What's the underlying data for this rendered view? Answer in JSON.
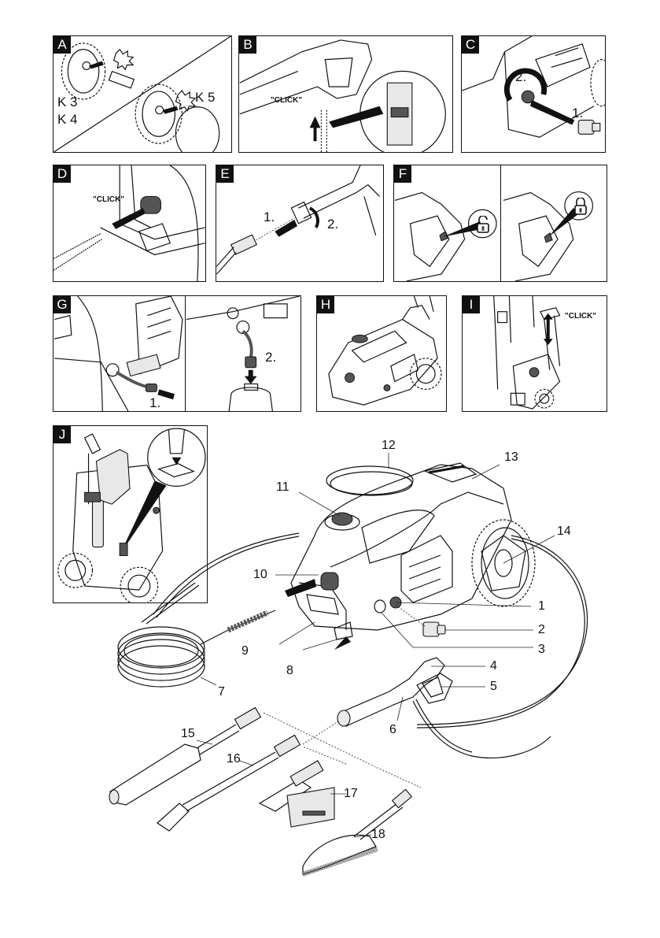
{
  "document": {
    "type": "operating-instructions-illustration-page",
    "subject": "high pressure cleaner"
  },
  "panels": [
    {
      "id": "A",
      "label": "A",
      "texts": [
        "K 3",
        "K 4",
        "K 5"
      ]
    },
    {
      "id": "B",
      "label": "B",
      "texts": [
        "\"CLICK\""
      ]
    },
    {
      "id": "C",
      "label": "C",
      "texts": [
        "2.",
        "1."
      ]
    },
    {
      "id": "D",
      "label": "D",
      "texts": [
        "\"CLICK\""
      ]
    },
    {
      "id": "E",
      "label": "E",
      "texts": [
        "1.",
        "2."
      ]
    },
    {
      "id": "F",
      "label": "F",
      "texts": [],
      "icons": [
        "unlock-icon",
        "lock-icon"
      ]
    },
    {
      "id": "G",
      "label": "G",
      "texts": [
        "1.",
        "2."
      ]
    },
    {
      "id": "H",
      "label": "H",
      "texts": []
    },
    {
      "id": "I",
      "label": "I",
      "texts": [
        "\"CLICK\""
      ]
    },
    {
      "id": "J",
      "label": "J",
      "texts": []
    }
  ],
  "overview": {
    "callouts": [
      "1",
      "2",
      "3",
      "4",
      "5",
      "6",
      "7",
      "8",
      "9",
      "10",
      "11",
      "12",
      "13",
      "14",
      "15",
      "16",
      "17",
      "18"
    ]
  }
}
